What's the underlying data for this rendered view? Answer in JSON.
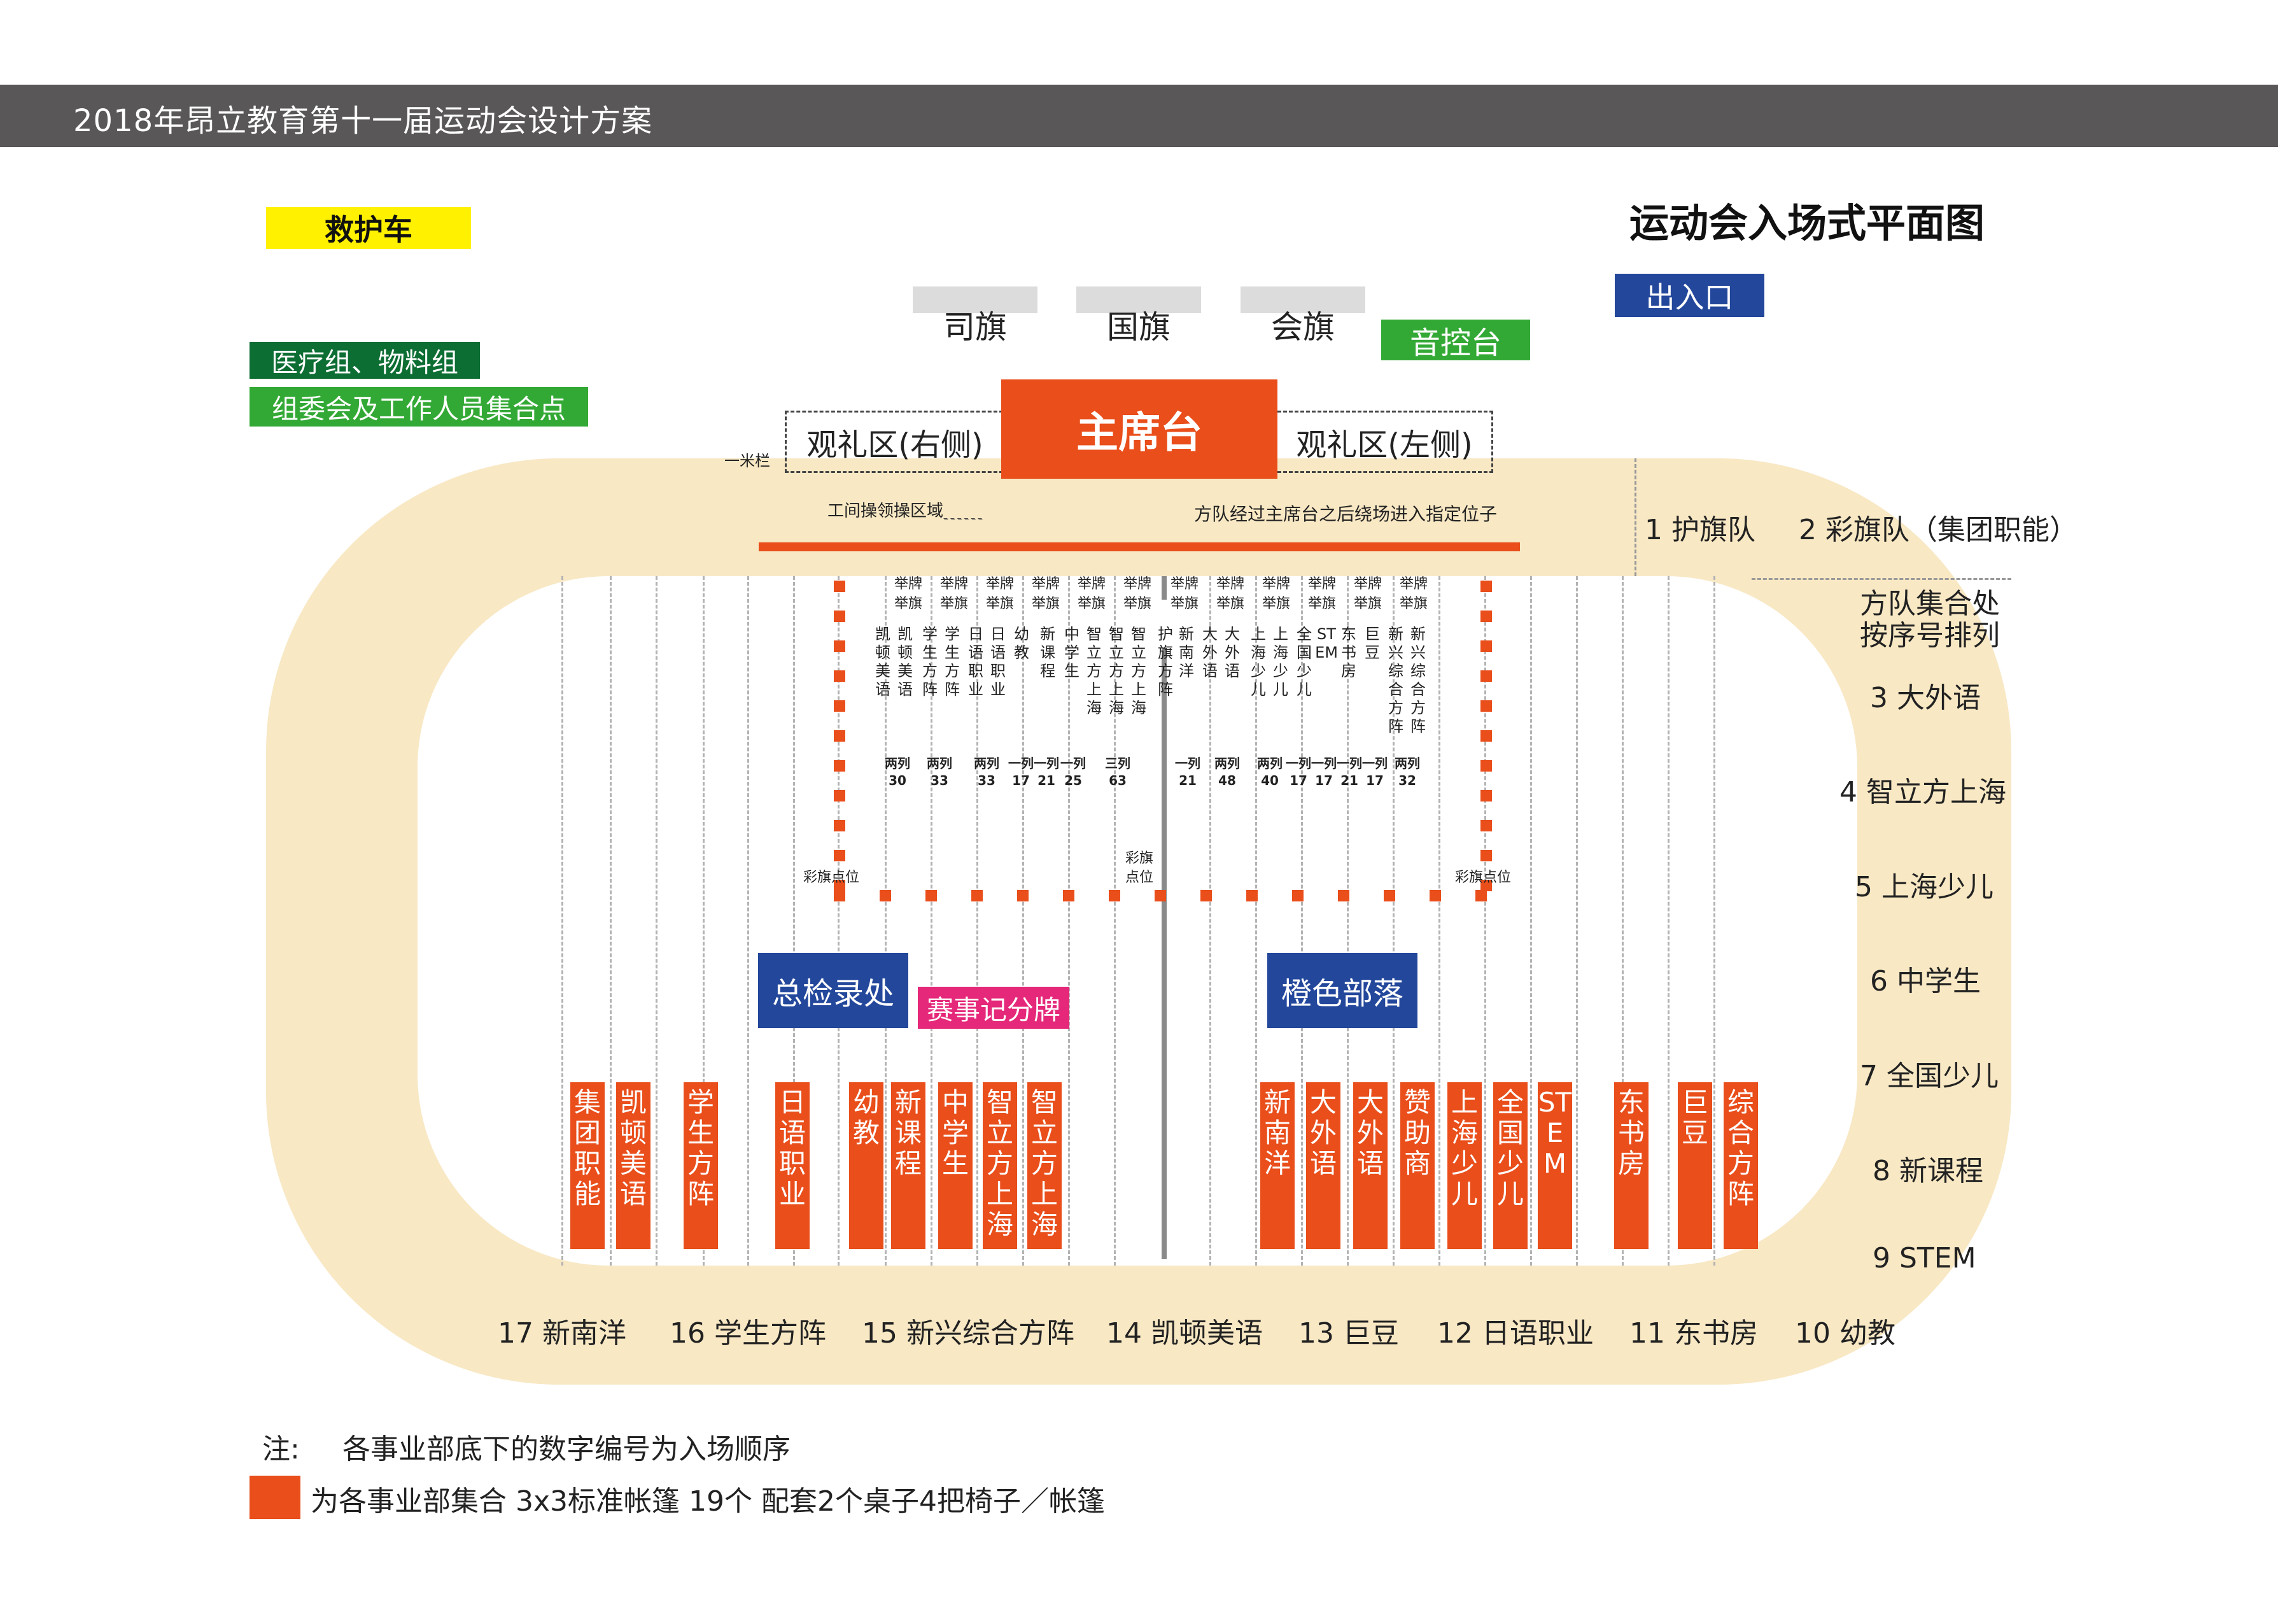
{
  "header": {
    "title": "2018年昂立教育第十一届运动会设计方案"
  },
  "plan_title": "运动会入场式平面图",
  "legend_top": {
    "ambulance": "救护车",
    "medical": "医疗组、物料组",
    "committee": "组委会及工作人员集合点",
    "entrance": "出入口",
    "sound": "音控台"
  },
  "flags": [
    "司旗",
    "国旗",
    "会旗"
  ],
  "stage": {
    "main": "主席台",
    "view_right": "观礼区(右侧)",
    "view_left": "观礼区(左侧)",
    "rail": "一米栏"
  },
  "field": {
    "area_label": "工间操领操区域",
    "route_label": "方队经过主席台之后绕场进入指定位子",
    "flag_point_left": "彩旗点位",
    "flag_point_center": "彩旗\n点位",
    "flag_point_right": "彩旗点位",
    "registration": "总检录处",
    "scoreboard": "赛事记分牌",
    "orange_tribe": "橙色部落"
  },
  "formation": {
    "bearer": "举牌\n举旗",
    "columns": [
      "凯顿美语",
      "凯顿美语",
      "学生方阵",
      "学生方阵",
      "日语职业",
      "日语职业",
      "幼教",
      "新课程",
      "中学生",
      "智立方上海",
      "智立方上海",
      "智立方上海",
      "护旗方阵",
      "新南洋",
      "大外语",
      "大外语",
      "上海少儿",
      "上海少儿",
      "全国少儿",
      "STEM",
      "东书房",
      "巨豆",
      "新兴综合方阵",
      "新兴综合方阵"
    ],
    "counts": [
      {
        "a": "两列",
        "b": "30"
      },
      {
        "a": "两列",
        "b": "33"
      },
      {
        "a": "两列",
        "b": "33"
      },
      {
        "a": "一列",
        "b": "17"
      },
      {
        "a": "一列",
        "b": "21"
      },
      {
        "a": "一列",
        "b": "25"
      },
      {
        "a": "三列",
        "b": "63"
      },
      {
        "a": "一列",
        "b": "21"
      },
      {
        "a": "两列",
        "b": "48"
      },
      {
        "a": "两列",
        "b": "40"
      },
      {
        "a": "一列",
        "b": "17"
      },
      {
        "a": "一列",
        "b": "17"
      },
      {
        "a": "一列",
        "b": "21"
      },
      {
        "a": "一列",
        "b": "17"
      },
      {
        "a": "两列",
        "b": "32"
      }
    ]
  },
  "tents": [
    "集团职能",
    "凯顿美语",
    "学生方阵",
    "日语职业",
    "幼教",
    "新课程",
    "中学生",
    "智立方上海",
    "智立方上海",
    "新南洋",
    "大外语",
    "大外语",
    "赞助商",
    "上海少儿",
    "全国少儿",
    "STEM",
    "东书房",
    "巨豆",
    "综合方阵"
  ],
  "right_list": {
    "top_1": "1 护旗队",
    "top_2": "2 彩旗队（集团职能）",
    "heading_1": "方队集合处",
    "heading_2": "按序号排列",
    "items": [
      "3  大外语",
      "4   智立方上海",
      "5  上海少儿",
      "6  中学生",
      "7 全国少儿",
      "8 新课程",
      "9 STEM"
    ]
  },
  "bottom_list": [
    "17  新南洋",
    "16 学生方阵",
    "15 新兴综合方阵",
    "14 凯顿美语",
    "13 巨豆",
    "12 日语职业",
    "11 东书房",
    "10 幼教"
  ],
  "notes": {
    "note_label": "注:",
    "note_text": "各事业部底下的数字编号为入场顺序",
    "legend_text": "为各事业部集合 3x3标准帐篷 19个  配套2个桌子4把椅子／帐篷"
  },
  "colors": {
    "header_bg": "#595757",
    "track": "#f8e8c4",
    "accent": "#e94e1b",
    "blue": "#23479b",
    "dark_green": "#0d6e33",
    "light_green": "#33a935",
    "yellow": "#fff100",
    "pink": "#e5287a"
  }
}
